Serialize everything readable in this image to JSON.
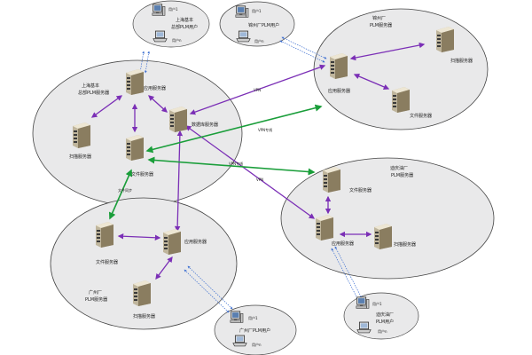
{
  "sites": {
    "shanghai_hq": {
      "title_line1": "上海基本",
      "title_line2": "总部PLM服务器",
      "app_server": "应用服务器",
      "scan_server": "扫描服务器",
      "file_server": "文件服务器",
      "db_server": "数据库服务器"
    },
    "guangzhou": {
      "title_line1": "广州厂",
      "title_line2": "PLM服务器",
      "app_server": "应用服务器",
      "file_server": "文件服务器",
      "scan_server": "扫描服务器"
    },
    "jinzhou": {
      "title_line1": "锦州厂",
      "title_line2": "PLM服务器",
      "app_server": "应用服务器",
      "file_server": "文件服务器",
      "scan_server": "扫描服务器"
    },
    "xinjiang": {
      "title_line1": "迪庆油厂",
      "title_line2": "PLM服务器",
      "file_server": "文件服务器",
      "app_server": "应用服务器",
      "scan_server": "扫描服务器"
    }
  },
  "user_groups": {
    "shanghai": {
      "user1": "用户1",
      "title_line1": "上海基本",
      "title_line2": "总部PLM用户",
      "usern": "用户n"
    },
    "jinzhou": {
      "user1": "用户1",
      "title": "锦州厂PLM用户",
      "usern": "用户n"
    },
    "guangzhou": {
      "user1": "用户1",
      "title": "广州厂PLM用户",
      "usern": "用户n"
    },
    "xinjiang": {
      "user1": "用户1",
      "title_line1": "迪庆油厂",
      "title_line2": "PLM用户",
      "usern": "用户n"
    }
  },
  "link_labels": {
    "vpn1": "VPN",
    "vpn2": "VPN专线",
    "vpn3": "VPN专线",
    "vpn4": "VPN",
    "file_sync": "文件同步"
  },
  "colors": {
    "purple_link": "#7b2fb6",
    "green_link": "#1a9e3a",
    "user_link": "#3d6fd1",
    "ellipse_fill": "#e9e9ea",
    "ellipse_stroke": "#444444",
    "server_body": "#d9d2bf",
    "server_dark": "#7a6e55"
  }
}
